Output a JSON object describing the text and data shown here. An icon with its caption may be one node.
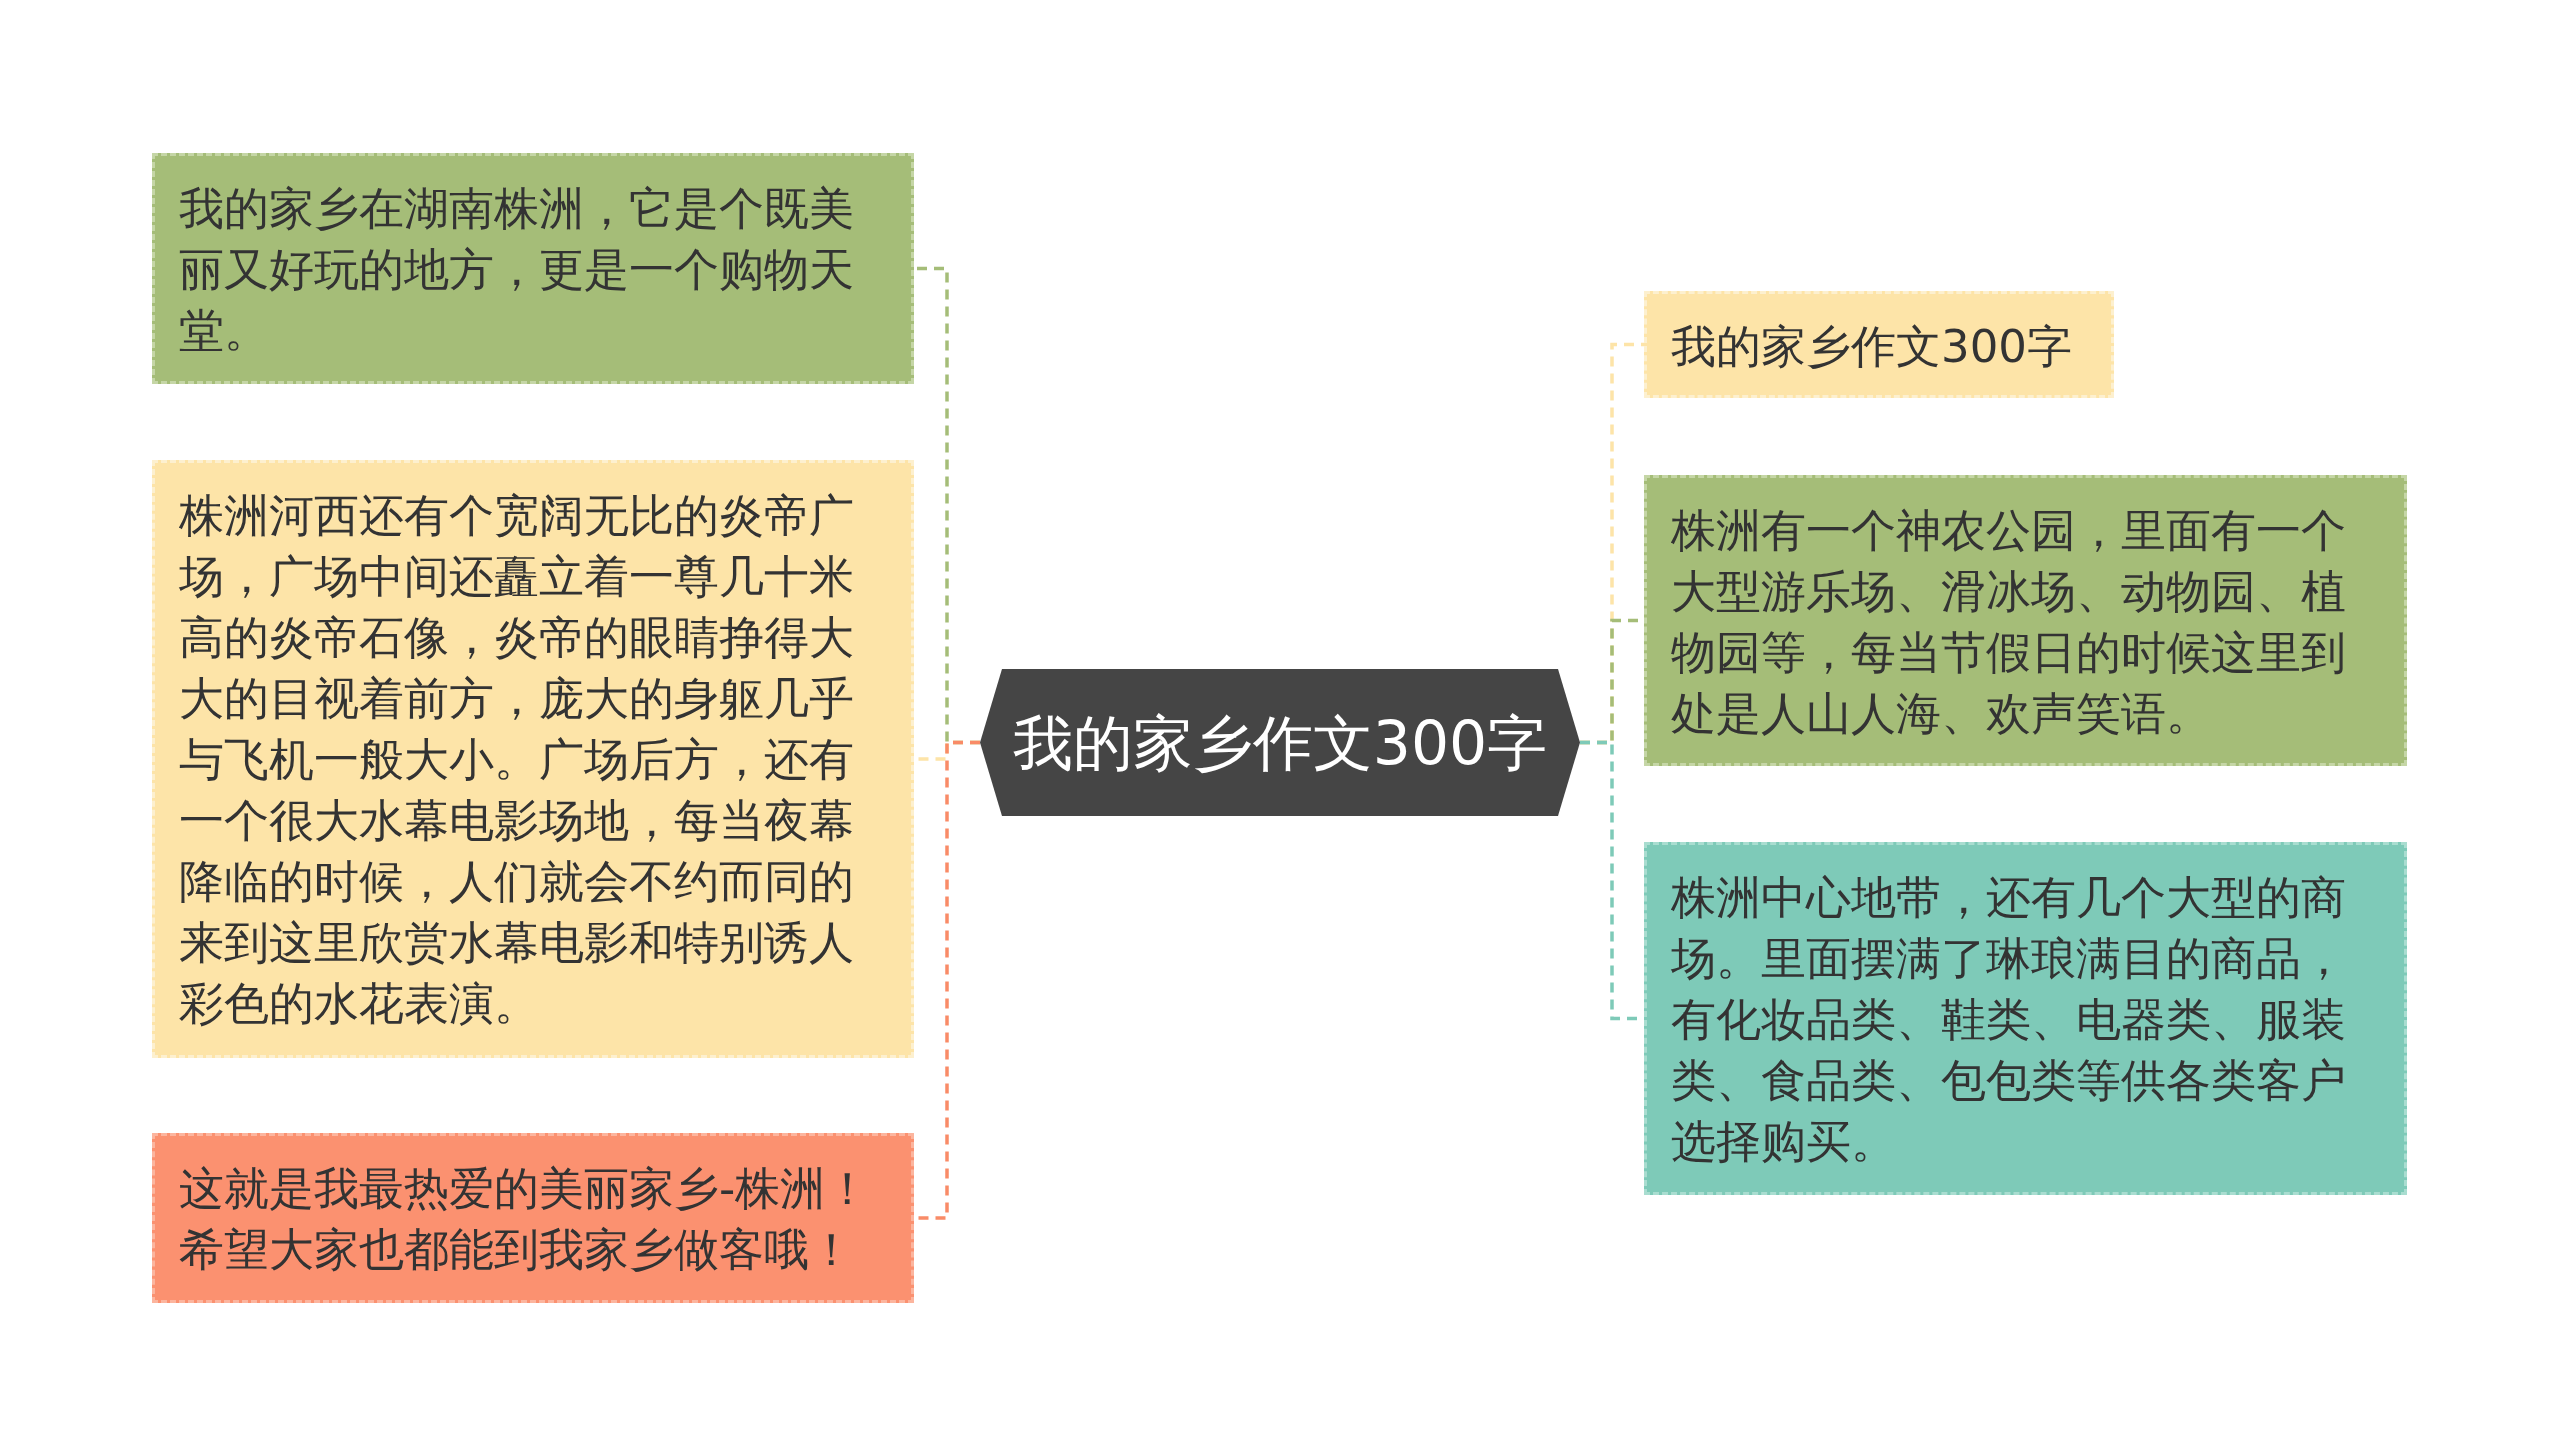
{
  "diagram": {
    "nodes": [
      {
        "text": [
          "我的家乡作文300字"
        ]
      },
      {
        "text": [
          "我的家乡在湖南株洲，它是个既美丽又好玩的地方，更是一个购物天堂。"
        ]
      },
      {
        "text": [
          "株洲河西还有个宽阔无比的炎帝广场，广场中间还矗立着一尊几十米高的炎帝石像，炎帝的眼睛挣得大大的目视着前方，庞大的身躯几乎与飞机一般大小。广场后方，还有一个很大水幕电影场地，每当夜幕降临的时候，人们就会不约而同的来到这里欣赏水幕电影和特别诱人彩色的水花表演。"
        ]
      },
      {
        "text": [
          "这就是我最热爱的美丽家乡-株洲！希望大家也都能到我家乡做客哦！"
        ]
      },
      {
        "text": [
          "我的家乡作文300字"
        ]
      },
      {
        "text": [
          "株洲有一个神农公园，里面有一个大型游乐场、滑冰场、动物园、植物园等，每当节假日的时候这里到处是人山人海、欢声笑语。"
        ]
      },
      {
        "text": [
          "株洲中心地带，还有几个大型的商场。里面摆满了琳琅满目的商品，有化妆品类、鞋类、电器类、服装类、食品类、包包类等供各类客户选择购买。"
        ]
      }
    ],
    "edges": [
      {
        "from": 0,
        "to": 1,
        "arrow": "none",
        "style": "dashed",
        "color": "#a5bd78"
      },
      {
        "from": 0,
        "to": 2,
        "arrow": "none",
        "style": "dashed",
        "color": "#fde4a8"
      },
      {
        "from": 0,
        "to": 3,
        "arrow": "none",
        "style": "dashed",
        "color": "#f98b67"
      },
      {
        "from": 0,
        "to": 4,
        "arrow": "none",
        "style": "dashed",
        "color": "#fde4a8"
      },
      {
        "from": 0,
        "to": 5,
        "arrow": "none",
        "style": "dashed",
        "color": "#a5bd78"
      },
      {
        "from": 0,
        "to": 6,
        "arrow": "none",
        "style": "dashed",
        "color": "#7ecab8"
      }
    ]
  }
}
